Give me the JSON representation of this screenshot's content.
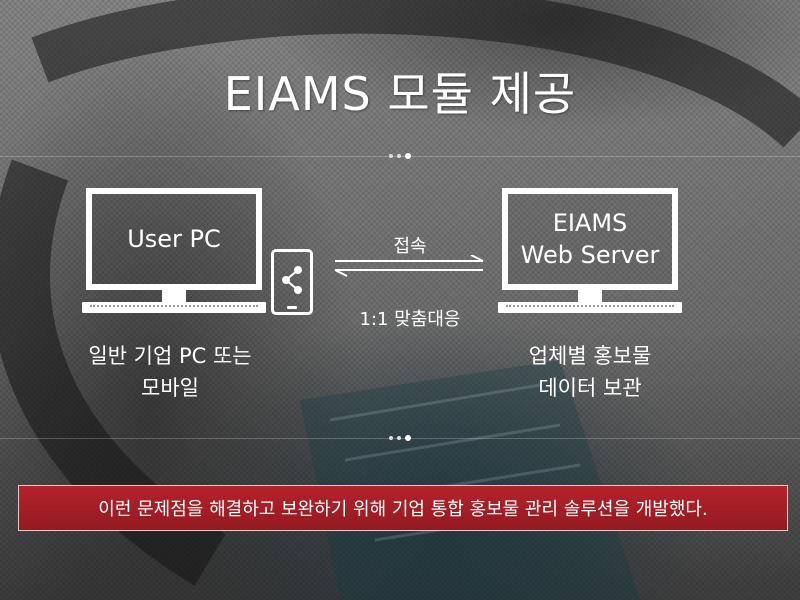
{
  "slide": {
    "title": "EIAMS 모듈 제공"
  },
  "diagram": {
    "user_pc": {
      "screen_label": "User PC",
      "caption_line1": "일반 기업 PC 또는",
      "caption_line2": "모바일"
    },
    "server": {
      "screen_line1": "EIAMS",
      "screen_line2": "Web Server",
      "caption_line1": "업체별 홍보물",
      "caption_line2": "데이터 보관"
    },
    "connection": {
      "top_label": "접속",
      "bottom_label": "1:1 맞춤대응"
    },
    "icons": {
      "device": "mobile-share-icon",
      "arrows": "bidirectional-arrows-icon"
    }
  },
  "banner": {
    "text": "이런 문제점을 해결하고 보완하기 위해 기업 통합 홍보물 관리 솔루션을 개발했다."
  },
  "colors": {
    "banner": "#a31e26",
    "foreground": "#ffffff"
  }
}
